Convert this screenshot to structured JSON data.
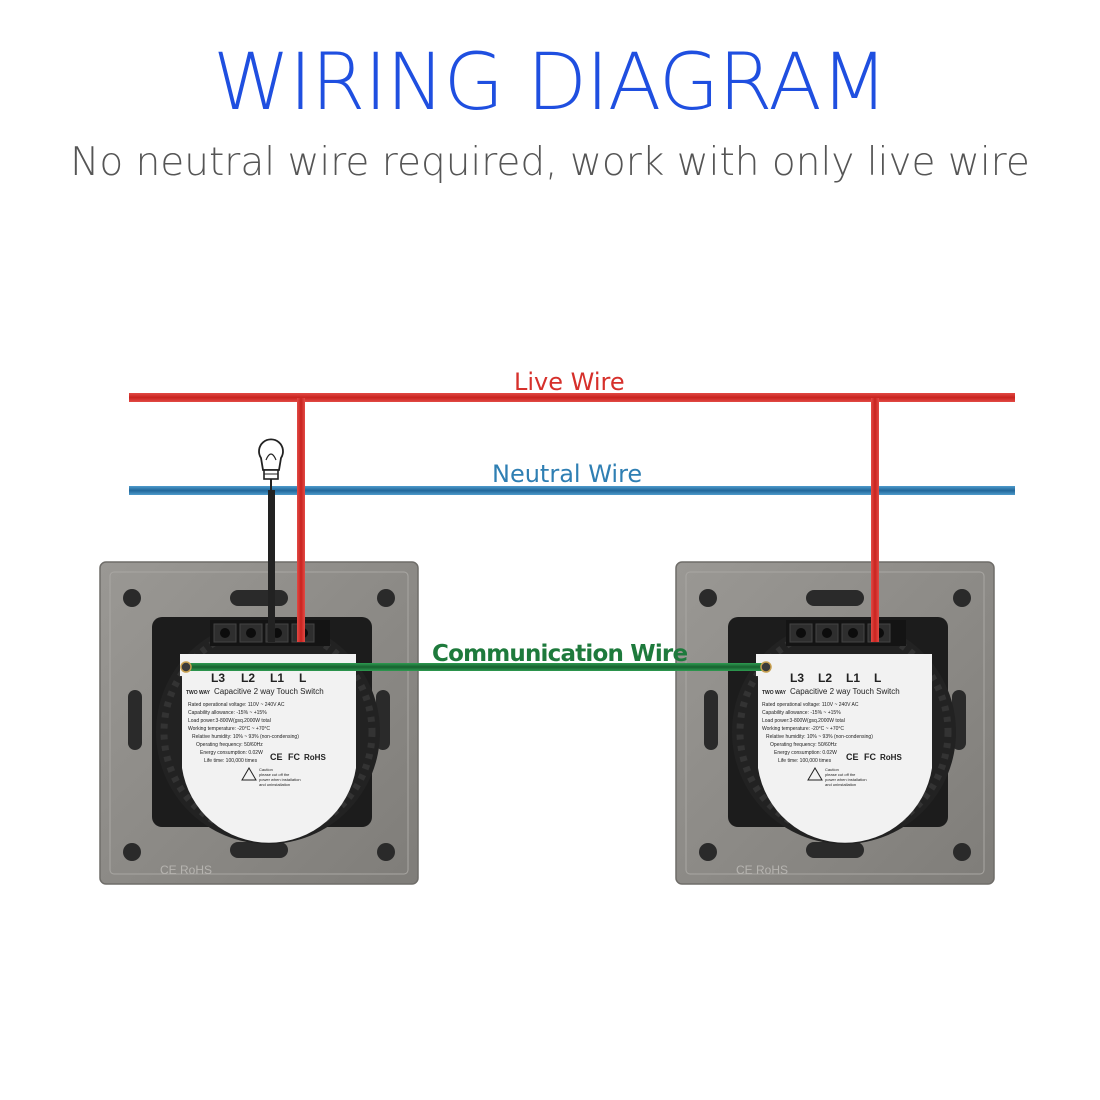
{
  "title": "WIRING DIAGRAM",
  "subtitle": "No neutral wire required, work with only live wire",
  "labels": {
    "live": "Live Wire",
    "neutral": "Neutral Wire",
    "communication": "Communication Wire"
  },
  "colors": {
    "title": "#1f4fe0",
    "subtitle": "#555555",
    "live_wire": "#d6302b",
    "neutral_wire": "#2f7fb3",
    "communication_wire": "#1e7a3c",
    "load_wire": "#222222",
    "plate": "#8e8c88",
    "module": "#1c1c1c"
  },
  "switches": [
    {
      "terminals": [
        "L3",
        "L2",
        "L1",
        "L"
      ],
      "brand": "TWO WAY",
      "model": "Capacitive 2 way Touch Switch",
      "specs": [
        "Rated operational voltage: 110V ~ 240V AC",
        "Capability allowance: -15% ~ +15%",
        "Load power:3-800W(gsq.2000W  total",
        "Working temperature: -20°C ~ +70°C",
        "Relative humidity: 10% ~ 93% (non-condensing)",
        "Operating frequency: 50/60Hz",
        "Energy consumption: 0.02W",
        "Life time: 100,000 times"
      ],
      "marks": [
        "CE",
        "FC",
        "RoHS"
      ],
      "caution": [
        "Caution",
        "please cut off the",
        "power when installation",
        "and uninstallation"
      ]
    },
    {
      "terminals": [
        "L3",
        "L2",
        "L1",
        "L"
      ],
      "brand": "TWO WAY",
      "model": "Capacitive 2 way Touch Switch",
      "specs": [
        "Rated operational voltage: 110V ~ 240V AC",
        "Capability allowance: -15% ~ +15%",
        "Load power:3-800W(gsq.2000W  total",
        "Working temperature: -20°C ~ +70°C",
        "Relative humidity: 10% ~ 93% (non-condensing)",
        "Operating frequency: 50/60Hz",
        "Energy consumption: 0.02W",
        "Life time: 100,000 times"
      ],
      "marks": [
        "CE",
        "FC",
        "RoHS"
      ],
      "caution": [
        "Caution",
        "please cut off the",
        "power when installation",
        "and uninstallation"
      ]
    }
  ]
}
